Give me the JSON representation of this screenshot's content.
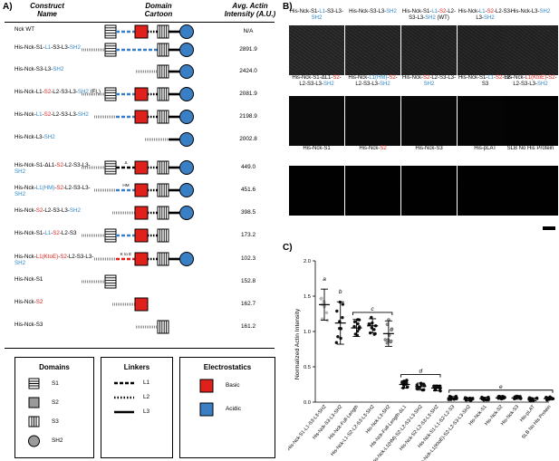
{
  "panel_a": {
    "letter": "A)",
    "headers": {
      "name": "Construct Name",
      "cartoon": "Domain Cartoon",
      "intensity": "Avg. Actin Intensity (A.U.)"
    },
    "rows": [
      {
        "parts": [
          {
            "t": "Nck WT",
            "c": ""
          }
        ],
        "value": "N/A"
      },
      {
        "parts": [
          {
            "t": "His-Nck-S1-",
            "c": ""
          },
          {
            "t": "L1",
            "c": "blue"
          },
          {
            "t": "-S3-L3-",
            "c": ""
          },
          {
            "t": "SH2",
            "c": "blue"
          }
        ],
        "value": "2891.9"
      },
      {
        "parts": [
          {
            "t": "His-Nck-S3-L3-",
            "c": ""
          },
          {
            "t": "SH2",
            "c": "blue"
          }
        ],
        "value": "2424.0"
      },
      {
        "parts": [
          {
            "t": "His-Nck-L1-",
            "c": ""
          },
          {
            "t": "S2",
            "c": "red"
          },
          {
            "t": "-L2-S3-L3-",
            "c": ""
          },
          {
            "t": "SH2",
            "c": "blue"
          },
          {
            "t": " (FL)",
            "c": ""
          }
        ],
        "value": "2081.9"
      },
      {
        "parts": [
          {
            "t": "His-Nck-",
            "c": ""
          },
          {
            "t": "L1",
            "c": "blue"
          },
          {
            "t": "-",
            "c": ""
          },
          {
            "t": "S2",
            "c": "red"
          },
          {
            "t": "-L2-S3-L3-",
            "c": ""
          },
          {
            "t": "SH2",
            "c": "blue"
          }
        ],
        "value": "2198.9"
      },
      {
        "parts": [
          {
            "t": "His-Nck-L3-",
            "c": ""
          },
          {
            "t": "SH2",
            "c": "blue"
          }
        ],
        "value": "2002.8"
      },
      {
        "parts": [
          {
            "t": "His-Nck-S1-ΔL1-",
            "c": ""
          },
          {
            "t": "S2",
            "c": "red"
          },
          {
            "t": "-L2-S3-L3-",
            "c": ""
          },
          {
            "t": "SH2",
            "c": "blue"
          }
        ],
        "value": "449.0"
      },
      {
        "parts": [
          {
            "t": "His-Nck-",
            "c": ""
          },
          {
            "t": "L1(HM)",
            "c": "blue"
          },
          {
            "t": "-",
            "c": ""
          },
          {
            "t": "S2",
            "c": "red"
          },
          {
            "t": "-L2-S3-L3-",
            "c": ""
          },
          {
            "t": "SH2",
            "c": "blue"
          }
        ],
        "value": "451.6"
      },
      {
        "parts": [
          {
            "t": "His-Nck-",
            "c": ""
          },
          {
            "t": "S2",
            "c": "red"
          },
          {
            "t": "-L2-S3-L3-",
            "c": ""
          },
          {
            "t": "SH2",
            "c": "blue"
          }
        ],
        "value": "398.5"
      },
      {
        "parts": [
          {
            "t": "His-Nck-S1-",
            "c": ""
          },
          {
            "t": "L1",
            "c": "blue"
          },
          {
            "t": "-",
            "c": ""
          },
          {
            "t": "S2",
            "c": "red"
          },
          {
            "t": "-L2-S3",
            "c": ""
          }
        ],
        "value": "173.2"
      },
      {
        "parts": [
          {
            "t": "His-Nck-",
            "c": ""
          },
          {
            "t": "L1(KtoE)",
            "c": "red"
          },
          {
            "t": "-",
            "c": ""
          },
          {
            "t": "S2",
            "c": "red"
          },
          {
            "t": "-L2-S3-L3-",
            "c": ""
          },
          {
            "t": "SH2",
            "c": "blue"
          }
        ],
        "value": "102.3"
      },
      {
        "parts": [
          {
            "t": "His-Nck-S1",
            "c": ""
          }
        ],
        "value": "152.8"
      },
      {
        "parts": [
          {
            "t": "His-Nck-",
            "c": ""
          },
          {
            "t": "S2",
            "c": "red"
          }
        ],
        "value": "162.7"
      },
      {
        "parts": [
          {
            "t": "His-Nck-S3",
            "c": ""
          }
        ],
        "value": "161.2"
      }
    ],
    "annotations": {
      "delta": "Δ",
      "hm": "HM",
      "kte": "K to E"
    },
    "legend": {
      "domains_title": "Domains",
      "domains": [
        "S1",
        "S2",
        "S3",
        "SH2"
      ],
      "linkers_title": "Linkers",
      "linkers": [
        "L1",
        "L2",
        "L3"
      ],
      "electro_title": "Electrostatics",
      "electro": [
        "Basic",
        "Acidic"
      ]
    },
    "colors": {
      "basic": "#e0201b",
      "acidic": "#3a7fc4",
      "linker_l1": "#3a7fc4"
    }
  },
  "panel_b": {
    "letter": "B)",
    "tiles": [
      {
        "parts": [
          {
            "t": "His-Nck-S1-",
            "c": ""
          },
          {
            "t": "L1",
            "c": "blue"
          },
          {
            "t": "-S3-L3-",
            "c": ""
          },
          {
            "t": "SH2",
            "c": "blue"
          }
        ]
      },
      {
        "parts": [
          {
            "t": "His-Nck-S3-L3-",
            "c": ""
          },
          {
            "t": "SH2",
            "c": "blue"
          }
        ]
      },
      {
        "parts": [
          {
            "t": "His-Nck-S1-",
            "c": ""
          },
          {
            "t": "L1",
            "c": "blue"
          },
          {
            "t": "-",
            "c": ""
          },
          {
            "t": "S2",
            "c": "red"
          },
          {
            "t": "-L2-S3-L3-",
            "c": ""
          },
          {
            "t": "SH2",
            "c": "blue"
          },
          {
            "t": " (WT)",
            "c": ""
          }
        ]
      },
      {
        "parts": [
          {
            "t": "His-Nck-",
            "c": ""
          },
          {
            "t": "L1",
            "c": "blue"
          },
          {
            "t": "-",
            "c": ""
          },
          {
            "t": "S2",
            "c": "red"
          },
          {
            "t": "-L2-S3-L3-",
            "c": ""
          },
          {
            "t": "SH2",
            "c": "blue"
          }
        ]
      },
      {
        "parts": [
          {
            "t": "His-Nck-L3-",
            "c": ""
          },
          {
            "t": "SH2",
            "c": "blue"
          }
        ]
      },
      {
        "parts": [
          {
            "t": "His-Nck-S1-ΔL1-",
            "c": ""
          },
          {
            "t": "S2",
            "c": "red"
          },
          {
            "t": "-L2-S3-L3-",
            "c": ""
          },
          {
            "t": "SH2",
            "c": "blue"
          }
        ]
      },
      {
        "parts": [
          {
            "t": "His-Nck-",
            "c": ""
          },
          {
            "t": "L1(HM)",
            "c": "blue"
          },
          {
            "t": "-",
            "c": ""
          },
          {
            "t": "S2",
            "c": "red"
          },
          {
            "t": "-L2-S3-L3-",
            "c": ""
          },
          {
            "t": "SH2",
            "c": "blue"
          }
        ]
      },
      {
        "parts": [
          {
            "t": "His-Nck-",
            "c": ""
          },
          {
            "t": "S2",
            "c": "red"
          },
          {
            "t": "-L2-S3-L3-",
            "c": ""
          },
          {
            "t": "SH2",
            "c": "blue"
          }
        ]
      },
      {
        "parts": [
          {
            "t": "His-Nck-S1-",
            "c": ""
          },
          {
            "t": "L1",
            "c": "blue"
          },
          {
            "t": "-",
            "c": ""
          },
          {
            "t": "S2",
            "c": "red"
          },
          {
            "t": "-L2-S3",
            "c": ""
          }
        ]
      },
      {
        "parts": [
          {
            "t": "His-Nck-",
            "c": ""
          },
          {
            "t": "L1(KtoE)",
            "c": "red"
          },
          {
            "t": "-",
            "c": ""
          },
          {
            "t": "S2",
            "c": "red"
          },
          {
            "t": "-L2-S3-L3-",
            "c": ""
          },
          {
            "t": "SH2",
            "c": "blue"
          }
        ]
      },
      {
        "parts": [
          {
            "t": "His-Nck-S1",
            "c": ""
          }
        ]
      },
      {
        "parts": [
          {
            "t": "His-Nck-",
            "c": ""
          },
          {
            "t": "S2",
            "c": "red"
          }
        ]
      },
      {
        "parts": [
          {
            "t": "His-Nck-S3",
            "c": ""
          }
        ]
      },
      {
        "parts": [
          {
            "t": "His-pLAT",
            "c": ""
          }
        ]
      },
      {
        "parts": [
          {
            "t": "SLB No His Protein",
            "c": ""
          }
        ]
      }
    ],
    "brightness": [
      0.55,
      0.52,
      0.5,
      0.48,
      0.5,
      0.13,
      0.12,
      0.11,
      0.06,
      0.04,
      0.02,
      0.02,
      0.02,
      0.02,
      0.01
    ]
  },
  "chart_data": {
    "type": "scatter",
    "panel_letter": "C)",
    "ylabel": "Normalized Actin Intensity",
    "ylim": [
      0,
      2.0
    ],
    "yticks": [
      "0.0",
      "0.5",
      "1.0",
      "1.5",
      "2.0"
    ],
    "categories": [
      "His-Nck-S1-L1-S3-L3-SH2",
      "His-Nck-S3-L3-SH2",
      "His-Nck-Full-Length",
      "His-Nck-L1-S2-L2-S3-L3-SH2",
      "His-Nck-L3-SH2",
      "His-Nck-Full-Length-ΔL1",
      "His-Nck-L1(HM)-S2-L2-S3-L3-SH2",
      "His-Nck-S2-L2-S3-L3-SH2",
      "His-Nck-S1-L1-S2-L2-S3",
      "His-Nck-L1(KtoE)-S2-L2-S3-L3-SH2",
      "His-Nck-S1",
      "His-Nck-S2",
      "His-Nck-S3",
      "His-pLAT",
      "SLB No His Protein"
    ],
    "means": [
      1.38,
      1.12,
      1.05,
      1.08,
      0.97,
      0.25,
      0.22,
      0.2,
      0.06,
      0.04,
      0.05,
      0.06,
      0.06,
      0.04,
      0.05
    ],
    "sd": [
      0.22,
      0.3,
      0.12,
      0.1,
      0.18,
      0.05,
      0.05,
      0.04,
      0.02,
      0.02,
      0.02,
      0.02,
      0.02,
      0.02,
      0.02
    ],
    "significance_groups": [
      {
        "label": "a",
        "from": 0,
        "to": 0
      },
      {
        "label": "b",
        "from": 1,
        "to": 1
      },
      {
        "label": "c",
        "from": 2,
        "to": 4
      },
      {
        "label": "d",
        "from": 5,
        "to": 7
      },
      {
        "label": "e",
        "from": 8,
        "to": 14
      }
    ]
  }
}
